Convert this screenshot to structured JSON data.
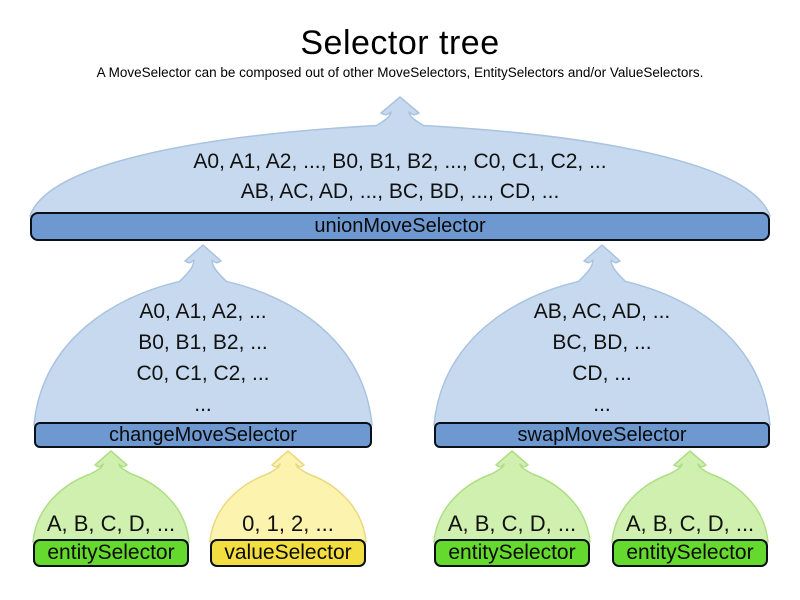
{
  "header": {
    "title": "Selector tree",
    "subtitle": "A MoveSelector can be composed out of other MoveSelectors, EntitySelectors and/or ValueSelectors."
  },
  "colors": {
    "funnel_blue": "#c6d9ee",
    "funnel_blue_border": "#a9c3e0",
    "bar_blue": "#6e99d0",
    "funnel_green": "#cff0af",
    "funnel_green_border": "#aede85",
    "bar_green": "#66d92e",
    "funnel_yellow": "#fcf3ae",
    "funnel_yellow_border": "#e9d97e",
    "bar_yellow": "#f2de41",
    "bar_border": "#0a0f1a",
    "text": "#000000"
  },
  "tree": {
    "union": {
      "label": "unionMoveSelector",
      "lines": [
        "A0, A1, A2, ..., B0, B1, B2, ..., C0, C1, C2, ...",
        "AB, AC, AD, ..., BC, BD, ..., CD, ..."
      ]
    },
    "change": {
      "label": "changeMoveSelector",
      "lines": [
        "A0, A1, A2, ...",
        "B0, B1, B2, ...",
        "C0, C1, C2, ...",
        "..."
      ]
    },
    "swap": {
      "label": "swapMoveSelector",
      "lines": [
        "AB, AC, AD, ...",
        "BC, BD, ...",
        "CD, ...",
        "..."
      ]
    },
    "leaves": [
      {
        "type": "entity",
        "label": "entitySelector",
        "line": "A, B, C, D, ..."
      },
      {
        "type": "value",
        "label": "valueSelector",
        "line": "0, 1, 2, ..."
      },
      {
        "type": "entity",
        "label": "entitySelector",
        "line": "A, B, C, D, ..."
      },
      {
        "type": "entity",
        "label": "entitySelector",
        "line": "A, B, C, D, ..."
      }
    ]
  }
}
